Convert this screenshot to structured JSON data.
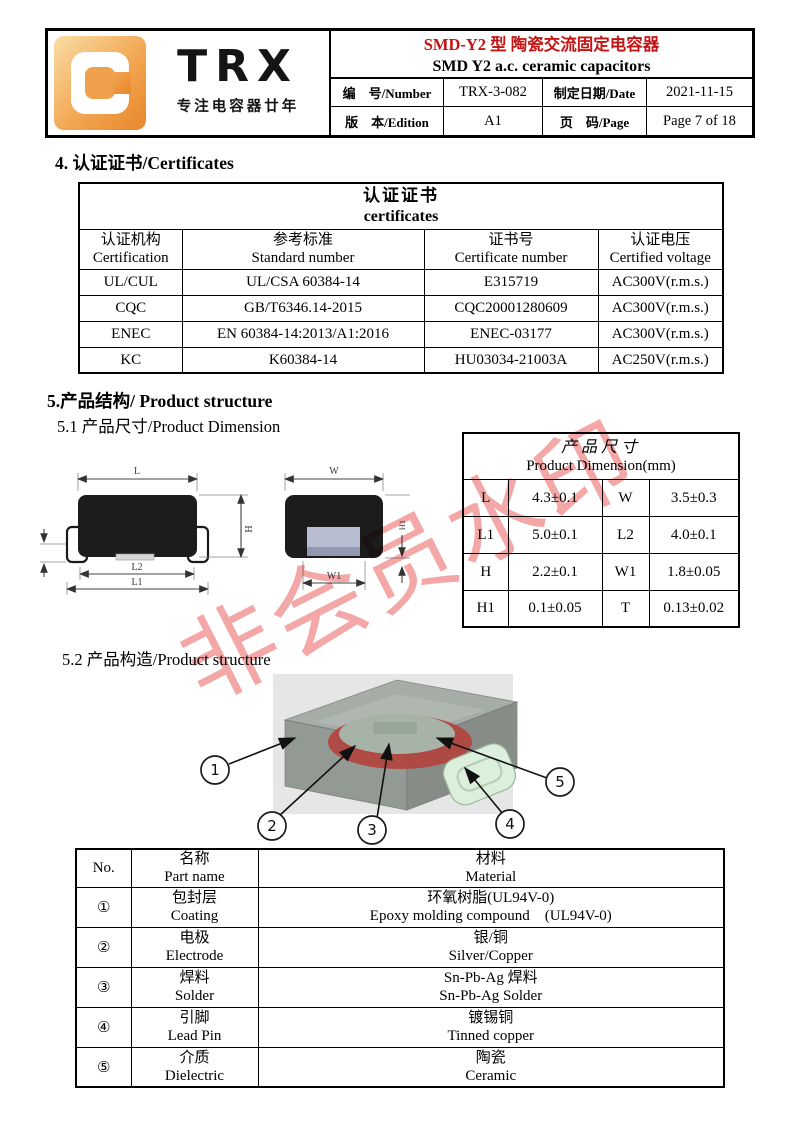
{
  "colors": {
    "title_red": "#c41414",
    "brand_orange": "#e8862a",
    "watermark_red": "#e22222"
  },
  "header": {
    "logo": {
      "brand": "TRX",
      "tagline": "专注电容器廿年",
      "mark": "C-mark-icon"
    },
    "title_zh": "SMD-Y2 型 陶瓷交流固定电容器",
    "title_en": "SMD Y2 a.c. ceramic capacitors",
    "number_label": "编　号/Number",
    "number_value": "TRX-3-082",
    "date_label": "制定日期/Date",
    "date_value": "2021-11-15",
    "edition_label": "版　本/Edition",
    "edition_value": "A1",
    "page_label": "页　码/Page",
    "page_value": "Page 7 of 18"
  },
  "section4": {
    "title": "4. 认证证书/Certificates"
  },
  "cert_table": {
    "title_zh": "认证证书",
    "title_en": "certificates",
    "headers": [
      {
        "zh": "认证机构",
        "en": "Certification"
      },
      {
        "zh": "参考标准",
        "en": "Standard number"
      },
      {
        "zh": "证书号",
        "en": "Certificate number"
      },
      {
        "zh": "认证电压",
        "en": "Certified voltage"
      }
    ],
    "rows": [
      [
        "UL/CUL",
        "UL/CSA 60384-14",
        "E315719",
        "AC300V(r.m.s.)"
      ],
      [
        "CQC",
        "GB/T6346.14-2015",
        "CQC20001280609",
        "AC300V(r.m.s.)"
      ],
      [
        "ENEC",
        "EN 60384-14:2013/A1:2016",
        "ENEC-03177",
        "AC300V(r.m.s.)"
      ],
      [
        "KC",
        "K60384-14",
        "HU03034-21003A",
        "AC250V(r.m.s.)"
      ]
    ]
  },
  "section5": {
    "title": "5.产品结构/ Product structure",
    "sub1": "5.1 产品尺寸/Product Dimension",
    "sub2": "5.2  产品构造/Product structure"
  },
  "dim_labels": {
    "l": "L",
    "h": "H",
    "l2": "L2",
    "l1": "L1",
    "w": "W",
    "w1": "W1",
    "h1": "H1"
  },
  "dim_table": {
    "title_zh": "产品尺寸",
    "title_en": "Product Dimension(mm)",
    "rows": [
      [
        "L",
        "4.3±0.1",
        "W",
        "3.5±0.3"
      ],
      [
        "L1",
        "5.0±0.1",
        "L2",
        "4.0±0.1"
      ],
      [
        "H",
        "2.2±0.1",
        "W1",
        "1.8±0.05"
      ],
      [
        "H1",
        "0.1±0.05",
        "T",
        "0.13±0.02"
      ]
    ]
  },
  "structure_diagram": {
    "callouts": [
      "1",
      "2",
      "3",
      "4",
      "5"
    ]
  },
  "parts_table": {
    "no_header": "No.",
    "name_zh": "名称",
    "name_en": "Part name",
    "mat_zh": "材料",
    "mat_en": "Material",
    "rows": [
      {
        "no": "①",
        "name_zh": "包封层",
        "name_en": "Coating",
        "mat_zh": "环氧树脂(UL94V-0)",
        "mat_en": "Epoxy molding compound　(UL94V-0)"
      },
      {
        "no": "②",
        "name_zh": "电极",
        "name_en": "Electrode",
        "mat_zh": "银/铜",
        "mat_en": "Silver/Copper"
      },
      {
        "no": "③",
        "name_zh": "焊料",
        "name_en": "Solder",
        "mat_zh": "Sn-Pb-Ag 焊料",
        "mat_en": "Sn-Pb-Ag Solder"
      },
      {
        "no": "④",
        "name_zh": "引脚",
        "name_en": "Lead Pin",
        "mat_zh": "镀锡铜",
        "mat_en": "Tinned copper"
      },
      {
        "no": "⑤",
        "name_zh": "介质",
        "name_en": "Dielectric",
        "mat_zh": "陶瓷",
        "mat_en": "Ceramic"
      }
    ]
  },
  "watermark": {
    "text": "非会员水印"
  }
}
